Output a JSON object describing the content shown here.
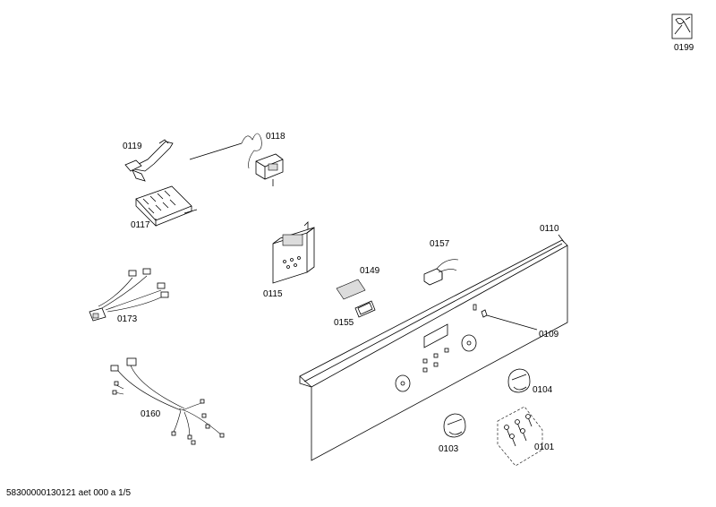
{
  "diagram": {
    "parts": [
      {
        "id": "tool",
        "label": "0199"
      },
      {
        "id": "bracket",
        "label": "0119"
      },
      {
        "id": "thermostat",
        "label": "0118"
      },
      {
        "id": "terminal-block",
        "label": "0117"
      },
      {
        "id": "switch-module",
        "label": "0115"
      },
      {
        "id": "display-window",
        "label": "0149"
      },
      {
        "id": "window-frame",
        "label": "0155"
      },
      {
        "id": "lamp-switch",
        "label": "0157"
      },
      {
        "id": "control-panel",
        "label": "0110"
      },
      {
        "id": "indicator",
        "label": "0109"
      },
      {
        "id": "wire-set-a",
        "label": "0173"
      },
      {
        "id": "wire-harness",
        "label": "0160"
      },
      {
        "id": "knob-right",
        "label": "0104"
      },
      {
        "id": "knob-left",
        "label": "0103"
      },
      {
        "id": "screw-set",
        "label": "0101"
      }
    ]
  },
  "footer": {
    "doc_code": "58300000130121 aet 000 a 1/5"
  }
}
